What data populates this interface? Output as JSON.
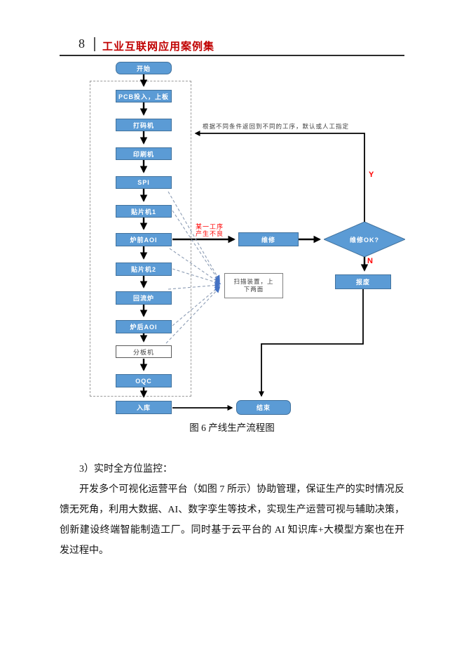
{
  "header": {
    "page_number": "8",
    "title": "工业互联网应用案例集"
  },
  "flowchart": {
    "nodes": {
      "start": {
        "label": "开始"
      },
      "pcb": {
        "label": "PCB投入，上板"
      },
      "marking": {
        "label": "打码机"
      },
      "printing": {
        "label": "印刷机"
      },
      "spi": {
        "label": "SPI"
      },
      "mounter1": {
        "label": "贴片机1"
      },
      "preAoi": {
        "label": "炉前AOI"
      },
      "mounter2": {
        "label": "贴片机2"
      },
      "reflow": {
        "label": "回流炉"
      },
      "postAoi": {
        "label": "炉后AOI"
      },
      "depanel": {
        "label": "分板机"
      },
      "oqc": {
        "label": "OQC"
      },
      "warehouse": {
        "label": "入库"
      },
      "repair": {
        "label": "维修"
      },
      "repairOk": {
        "label": "维修OK?"
      },
      "scrap": {
        "label": "报废"
      },
      "end": {
        "label": "结束"
      }
    },
    "annotations": {
      "return_note": "根据不同条件返回到不同的工序，默认或人工指定",
      "defect_line1": "某一工序",
      "defect_line2": "产生不良",
      "label_yes": "Y",
      "label_no": "N",
      "scan_line1": "扫描装置，上",
      "scan_line2": "下两面"
    },
    "colors": {
      "node_fill": "#5B9BD5",
      "node_border": "#41719C",
      "annotation_red": "#FF0000",
      "header_red": "#C00000"
    }
  },
  "caption": "图 6 产线生产流程图",
  "body": {
    "heading": "3）实时全方位监控：",
    "paragraph_lines": [
      "开发多个可视化运营平台（如图 7 所示）协助管理，保证生产的实时情况反",
      "馈无死角，利用大数据、AI、数字孪生等技术，实现生产运营可视与辅助决策，",
      "创新建设终端智能制造工厂。同时基于云平台的 AI 知识库+大模型方案也在开",
      "发过程中。"
    ]
  }
}
